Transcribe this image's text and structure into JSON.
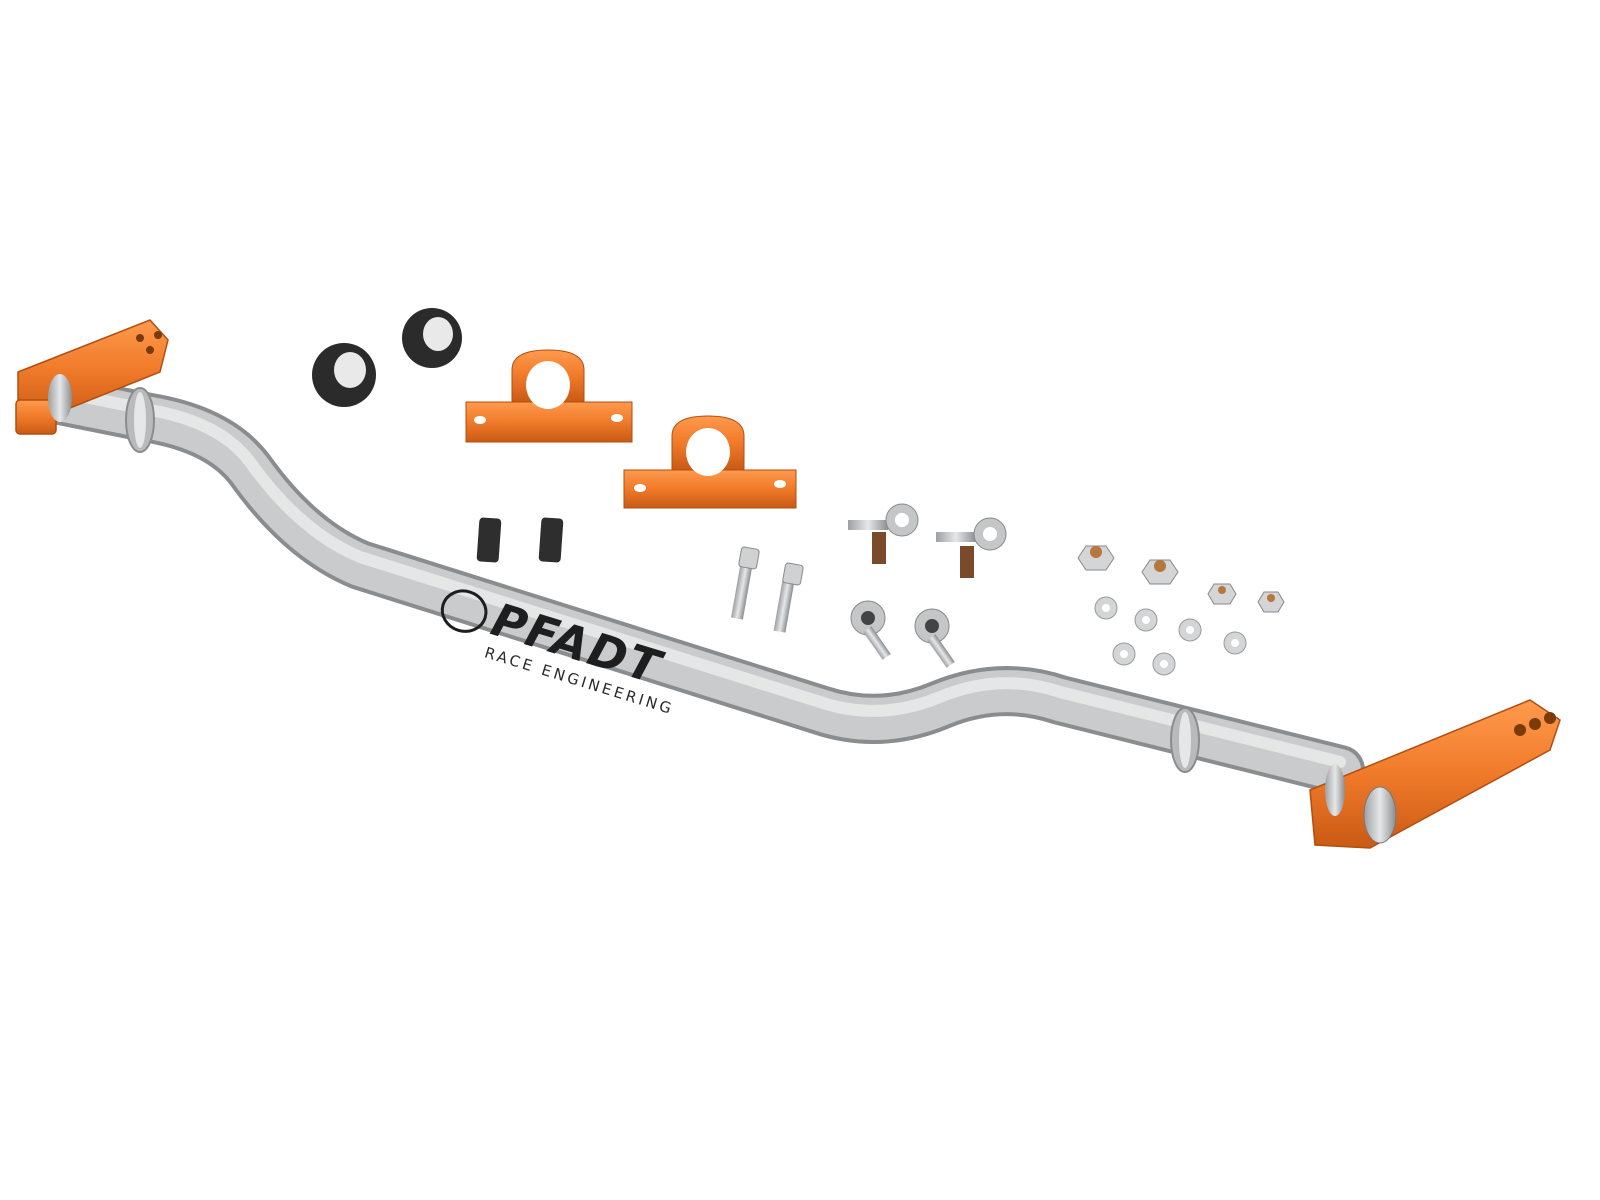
{
  "photo": {
    "subject": "Sway bar kit",
    "background_color": "#ffffff",
    "bar_color": "#c9cbcd",
    "anodized_color": "#f07a2a",
    "bushing_color": "#2b2b2b"
  },
  "branding": {
    "logo_text": "PFADT",
    "logo_subtext": "RACE ENGINEERING"
  }
}
